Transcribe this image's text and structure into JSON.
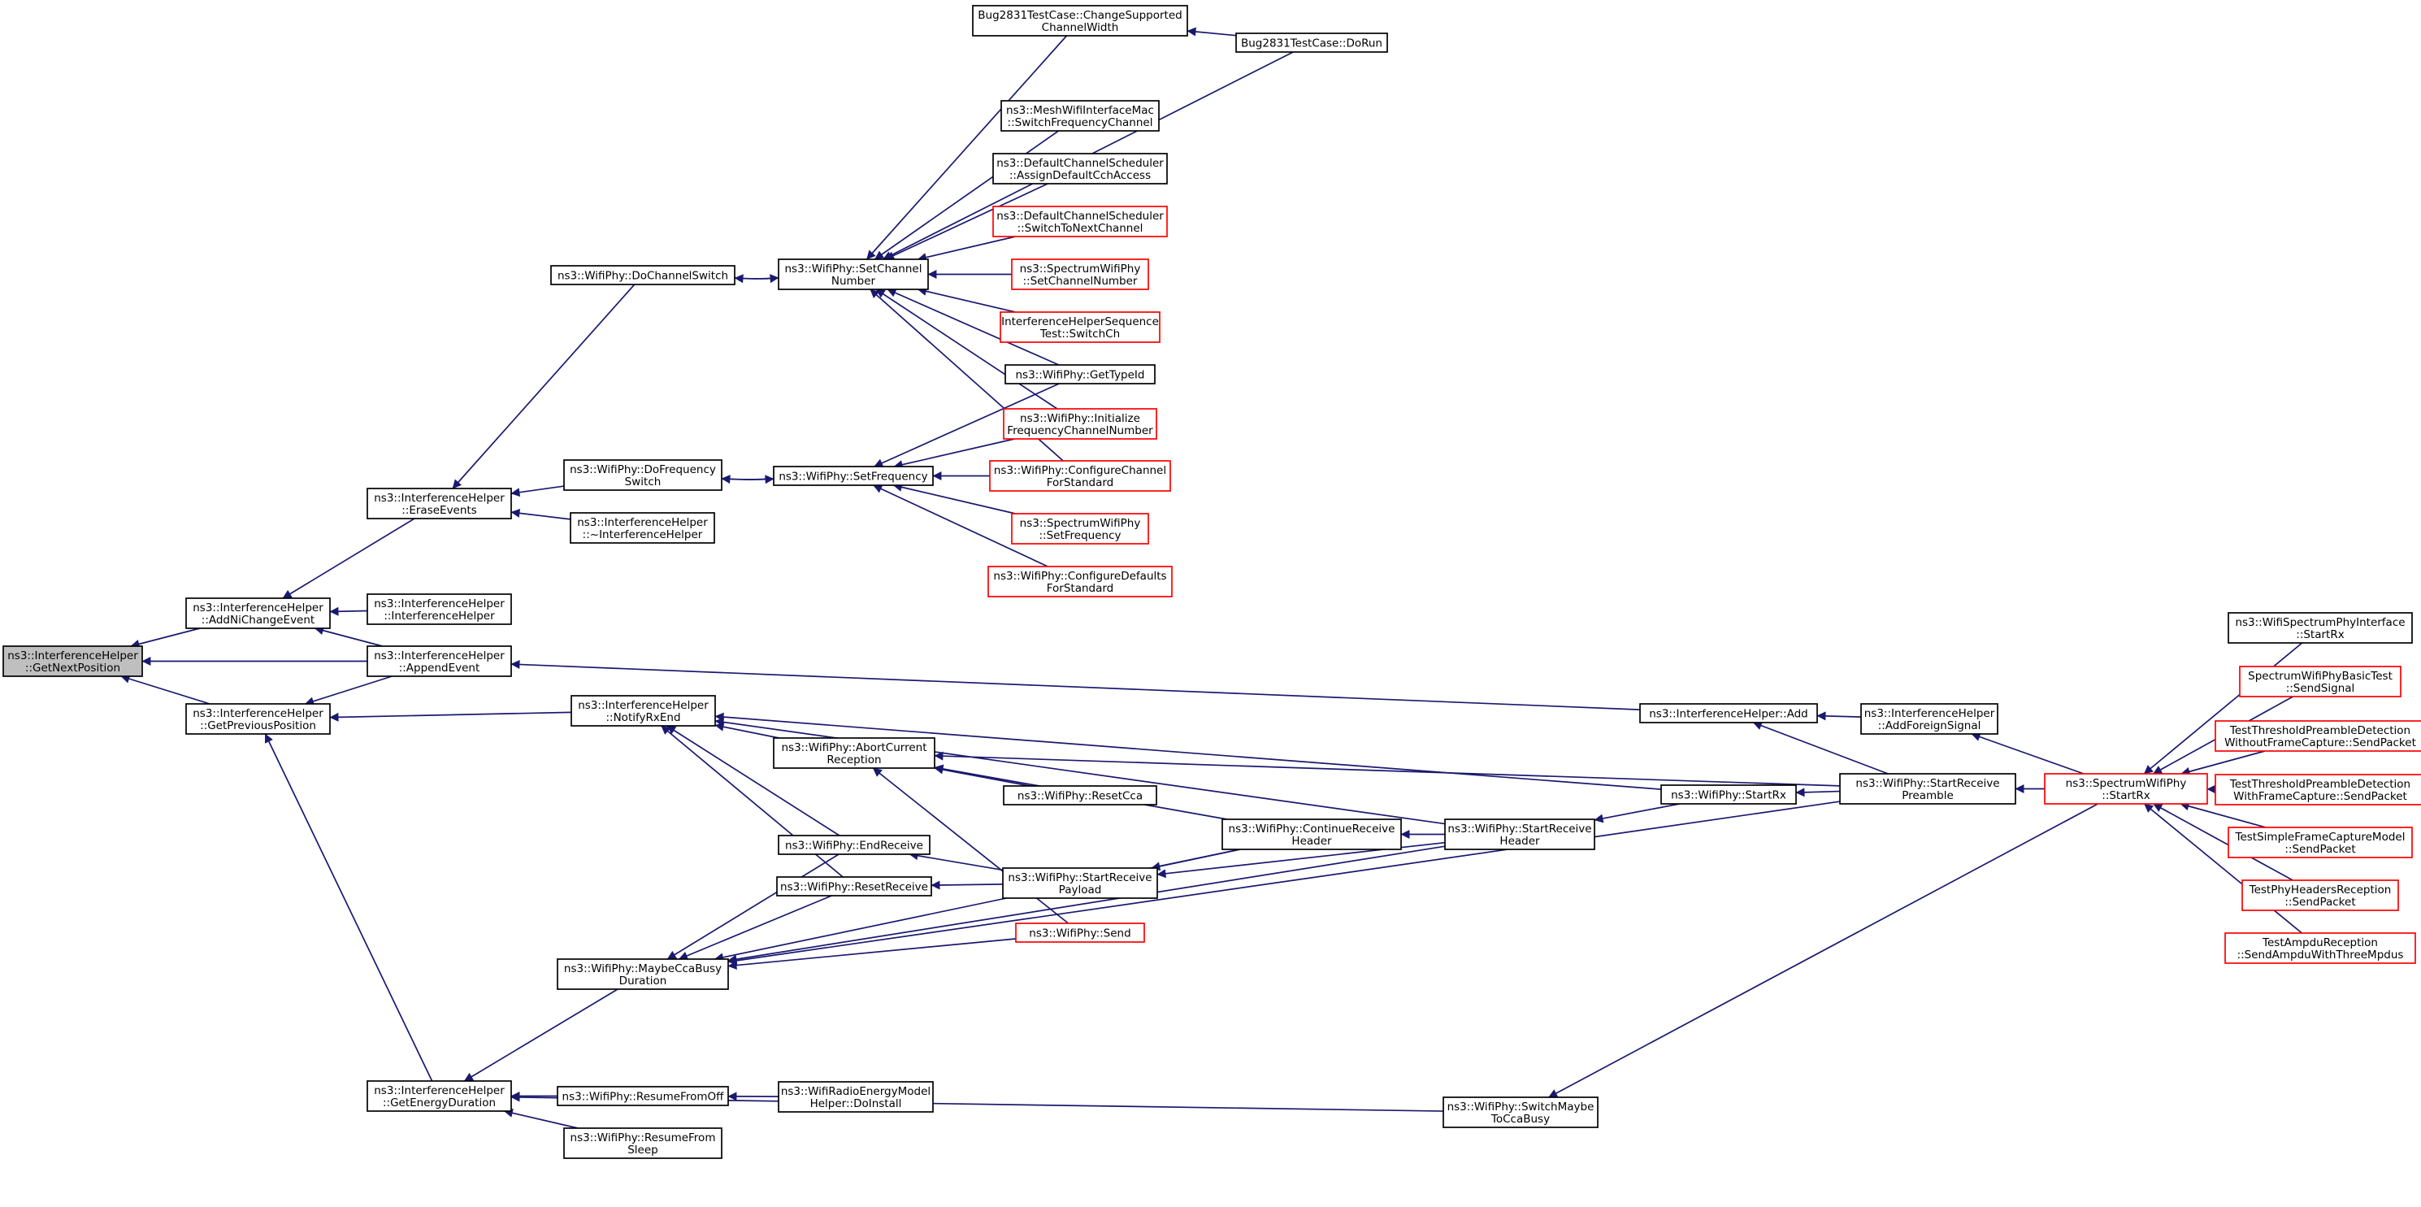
{
  "colors": {
    "edge": "#191970",
    "node_border_default": "#000000",
    "node_border_incomplete": "#ff0000",
    "node_fill_focus": "#bfbfbf",
    "node_fill_default": "#ffffff"
  },
  "nodes": [
    {
      "id": "focus",
      "lines": [
        "ns3::InterferenceHelper",
        "::GetNextPosition"
      ],
      "style": "focus"
    },
    {
      "id": "addNi",
      "lines": [
        "ns3::InterferenceHelper",
        "::AddNiChangeEvent"
      ],
      "style": "normal"
    },
    {
      "id": "getPrev",
      "lines": [
        "ns3::InterferenceHelper",
        "::GetPreviousPosition"
      ],
      "style": "normal"
    },
    {
      "id": "erase",
      "lines": [
        "ns3::InterferenceHelper",
        "::EraseEvents"
      ],
      "style": "normal"
    },
    {
      "id": "ctor",
      "lines": [
        "ns3::InterferenceHelper",
        "::InterferenceHelper"
      ],
      "style": "normal"
    },
    {
      "id": "append",
      "lines": [
        "ns3::InterferenceHelper",
        "::AppendEvent"
      ],
      "style": "normal"
    },
    {
      "id": "notifyRx",
      "lines": [
        "ns3::InterferenceHelper",
        "::NotifyRxEnd"
      ],
      "style": "normal"
    },
    {
      "id": "getEnergy",
      "lines": [
        "ns3::InterferenceHelper",
        "::GetEnergyDuration"
      ],
      "style": "normal"
    },
    {
      "id": "doChSw",
      "lines": [
        "ns3::WifiPhy::DoChannelSwitch"
      ],
      "style": "normal"
    },
    {
      "id": "doFreqSw",
      "lines": [
        "ns3::WifiPhy::DoFrequency",
        "Switch"
      ],
      "style": "normal"
    },
    {
      "id": "dtor",
      "lines": [
        "ns3::InterferenceHelper",
        "::~InterferenceHelper"
      ],
      "style": "normal"
    },
    {
      "id": "setChNum",
      "lines": [
        "ns3::WifiPhy::SetChannel",
        "Number"
      ],
      "style": "normal"
    },
    {
      "id": "setFreq",
      "lines": [
        "ns3::WifiPhy::SetFrequency"
      ],
      "style": "normal"
    },
    {
      "id": "bugChange",
      "lines": [
        "Bug2831TestCase::ChangeSupported",
        "ChannelWidth"
      ],
      "style": "normal"
    },
    {
      "id": "bugRun",
      "lines": [
        "Bug2831TestCase::DoRun"
      ],
      "style": "normal"
    },
    {
      "id": "meshSwitch",
      "lines": [
        "ns3::MeshWifiInterfaceMac",
        "::SwitchFrequencyChannel"
      ],
      "style": "normal"
    },
    {
      "id": "dcsAssign",
      "lines": [
        "ns3::DefaultChannelScheduler",
        "::AssignDefaultCchAccess"
      ],
      "style": "normal"
    },
    {
      "id": "dcsSwitch",
      "lines": [
        "ns3::DefaultChannelScheduler",
        "::SwitchToNextChannel"
      ],
      "style": "incomplete"
    },
    {
      "id": "specSetCh",
      "lines": [
        "ns3::SpectrumWifiPhy",
        "::SetChannelNumber"
      ],
      "style": "incomplete"
    },
    {
      "id": "ihSeq",
      "lines": [
        "InterferenceHelperSequence",
        "Test::SwitchCh"
      ],
      "style": "incomplete"
    },
    {
      "id": "getTypeId",
      "lines": [
        "ns3::WifiPhy::GetTypeId"
      ],
      "style": "normal"
    },
    {
      "id": "initFreq",
      "lines": [
        "ns3::WifiPhy::Initialize",
        "FrequencyChannelNumber"
      ],
      "style": "incomplete"
    },
    {
      "id": "cfgChStd",
      "lines": [
        "ns3::WifiPhy::ConfigureChannel",
        "ForStandard"
      ],
      "style": "incomplete"
    },
    {
      "id": "specSetFreq",
      "lines": [
        "ns3::SpectrumWifiPhy",
        "::SetFrequency"
      ],
      "style": "incomplete"
    },
    {
      "id": "cfgDefStd",
      "lines": [
        "ns3::WifiPhy::ConfigureDefaults",
        "ForStandard"
      ],
      "style": "incomplete"
    },
    {
      "id": "abort",
      "lines": [
        "ns3::WifiPhy::AbortCurrent",
        "Reception"
      ],
      "style": "normal"
    },
    {
      "id": "resetCca",
      "lines": [
        "ns3::WifiPhy::ResetCca"
      ],
      "style": "normal"
    },
    {
      "id": "endRecv",
      "lines": [
        "ns3::WifiPhy::EndReceive"
      ],
      "style": "normal"
    },
    {
      "id": "resetRecv",
      "lines": [
        "ns3::WifiPhy::ResetReceive"
      ],
      "style": "normal"
    },
    {
      "id": "startPayload",
      "lines": [
        "ns3::WifiPhy::StartReceive",
        "Payload"
      ],
      "style": "normal"
    },
    {
      "id": "send",
      "lines": [
        "ns3::WifiPhy::Send"
      ],
      "style": "incomplete"
    },
    {
      "id": "contHdr",
      "lines": [
        "ns3::WifiPhy::ContinueReceive",
        "Header"
      ],
      "style": "normal"
    },
    {
      "id": "startHdr",
      "lines": [
        "ns3::WifiPhy::StartReceive",
        "Header"
      ],
      "style": "normal"
    },
    {
      "id": "maybeCca",
      "lines": [
        "ns3::WifiPhy::MaybeCcaBusy",
        "Duration"
      ],
      "style": "normal"
    },
    {
      "id": "resumeOff",
      "lines": [
        "ns3::WifiPhy::ResumeFromOff"
      ],
      "style": "normal"
    },
    {
      "id": "resumeSleep",
      "lines": [
        "ns3::WifiPhy::ResumeFrom",
        "Sleep"
      ],
      "style": "normal"
    },
    {
      "id": "energyInst",
      "lines": [
        "ns3::WifiRadioEnergyModel",
        "Helper::DoInstall"
      ],
      "style": "normal"
    },
    {
      "id": "ihAdd",
      "lines": [
        "ns3::InterferenceHelper::Add"
      ],
      "style": "normal"
    },
    {
      "id": "addForeign",
      "lines": [
        "ns3::InterferenceHelper",
        "::AddForeignSignal"
      ],
      "style": "normal"
    },
    {
      "id": "startRx",
      "lines": [
        "ns3::WifiPhy::StartRx"
      ],
      "style": "normal"
    },
    {
      "id": "startPreamble",
      "lines": [
        "ns3::WifiPhy::StartReceive",
        "Preamble"
      ],
      "style": "normal"
    },
    {
      "id": "switchMaybe",
      "lines": [
        "ns3::WifiPhy::SwitchMaybe",
        "ToCcaBusy"
      ],
      "style": "normal"
    },
    {
      "id": "specStartRx",
      "lines": [
        "ns3::SpectrumWifiPhy",
        "::StartRx"
      ],
      "style": "incomplete"
    },
    {
      "id": "wsIface",
      "lines": [
        "ns3::WifiSpectrumPhyInterface",
        "::StartRx"
      ],
      "style": "normal"
    },
    {
      "id": "swBasic",
      "lines": [
        "SpectrumWifiPhyBasicTest",
        "::SendSignal"
      ],
      "style": "incomplete"
    },
    {
      "id": "tpdWithout",
      "lines": [
        "TestThresholdPreambleDetection",
        "WithoutFrameCapture::SendPacket"
      ],
      "style": "incomplete"
    },
    {
      "id": "tpdWith",
      "lines": [
        "TestThresholdPreambleDetection",
        "WithFrameCapture::SendPacket"
      ],
      "style": "incomplete"
    },
    {
      "id": "tsfc",
      "lines": [
        "TestSimpleFrameCaptureModel",
        "::SendPacket"
      ],
      "style": "incomplete"
    },
    {
      "id": "tphr",
      "lines": [
        "TestPhyHeadersReception",
        "::SendPacket"
      ],
      "style": "incomplete"
    },
    {
      "id": "tampdu",
      "lines": [
        "TestAmpduReception",
        "::SendAmpduWithThreeMpdus"
      ],
      "style": "incomplete"
    }
  ],
  "edges": [
    {
      "from": "addNi",
      "to": "focus"
    },
    {
      "from": "append",
      "to": "focus"
    },
    {
      "from": "getPrev",
      "to": "focus"
    },
    {
      "from": "erase",
      "to": "addNi"
    },
    {
      "from": "ctor",
      "to": "addNi"
    },
    {
      "from": "append",
      "to": "addNi"
    },
    {
      "from": "append",
      "to": "getPrev"
    },
    {
      "from": "notifyRx",
      "to": "getPrev"
    },
    {
      "from": "getEnergy",
      "to": "getPrev"
    },
    {
      "from": "doChSw",
      "to": "erase"
    },
    {
      "from": "doFreqSw",
      "to": "erase"
    },
    {
      "from": "dtor",
      "to": "erase"
    },
    {
      "from": "setChNum",
      "to": "doChSw"
    },
    {
      "from": "doChSw",
      "to": "setChNum"
    },
    {
      "from": "setFreq",
      "to": "doFreqSw"
    },
    {
      "from": "doFreqSw",
      "to": "setFreq"
    },
    {
      "from": "bugRun",
      "to": "bugChange"
    },
    {
      "from": "bugChange",
      "to": "setChNum"
    },
    {
      "from": "bugRun",
      "to": "setChNum"
    },
    {
      "from": "meshSwitch",
      "to": "setChNum"
    },
    {
      "from": "dcsAssign",
      "to": "setChNum"
    },
    {
      "from": "dcsSwitch",
      "to": "setChNum"
    },
    {
      "from": "specSetCh",
      "to": "setChNum"
    },
    {
      "from": "ihSeq",
      "to": "setChNum"
    },
    {
      "from": "getTypeId",
      "to": "setChNum"
    },
    {
      "from": "initFreq",
      "to": "setChNum"
    },
    {
      "from": "cfgChStd",
      "to": "setChNum"
    },
    {
      "from": "getTypeId",
      "to": "setFreq"
    },
    {
      "from": "initFreq",
      "to": "setFreq"
    },
    {
      "from": "cfgChStd",
      "to": "setFreq"
    },
    {
      "from": "specSetFreq",
      "to": "setFreq"
    },
    {
      "from": "cfgDefStd",
      "to": "setFreq"
    },
    {
      "from": "ihAdd",
      "to": "append"
    },
    {
      "from": "abort",
      "to": "notifyRx"
    },
    {
      "from": "endRecv",
      "to": "notifyRx"
    },
    {
      "from": "resetRecv",
      "to": "notifyRx"
    },
    {
      "from": "startRx",
      "to": "notifyRx"
    },
    {
      "from": "startHdr",
      "to": "notifyRx"
    },
    {
      "from": "resetCca",
      "to": "abort"
    },
    {
      "from": "send",
      "to": "abort"
    },
    {
      "from": "contHdr",
      "to": "abort"
    },
    {
      "from": "startPreamble",
      "to": "abort"
    },
    {
      "from": "startPayload",
      "to": "endRecv"
    },
    {
      "from": "startPayload",
      "to": "resetRecv"
    },
    {
      "from": "contHdr",
      "to": "startPayload"
    },
    {
      "from": "startHdr",
      "to": "startPayload"
    },
    {
      "from": "startHdr",
      "to": "contHdr"
    },
    {
      "from": "startRx",
      "to": "startHdr"
    },
    {
      "from": "startPreamble",
      "to": "startRx"
    },
    {
      "from": "endRecv",
      "to": "maybeCca"
    },
    {
      "from": "resetRecv",
      "to": "maybeCca"
    },
    {
      "from": "send",
      "to": "maybeCca"
    },
    {
      "from": "contHdr",
      "to": "maybeCca"
    },
    {
      "from": "startHdr",
      "to": "maybeCca"
    },
    {
      "from": "startPreamble",
      "to": "maybeCca"
    },
    {
      "from": "maybeCca",
      "to": "getEnergy"
    },
    {
      "from": "resumeOff",
      "to": "getEnergy"
    },
    {
      "from": "resumeSleep",
      "to": "getEnergy"
    },
    {
      "from": "switchMaybe",
      "to": "getEnergy"
    },
    {
      "from": "energyInst",
      "to": "resumeOff"
    },
    {
      "from": "addForeign",
      "to": "ihAdd"
    },
    {
      "from": "startPreamble",
      "to": "ihAdd"
    },
    {
      "from": "specStartRx",
      "to": "addForeign"
    },
    {
      "from": "specStartRx",
      "to": "startPreamble"
    },
    {
      "from": "specStartRx",
      "to": "switchMaybe"
    },
    {
      "from": "wsIface",
      "to": "specStartRx"
    },
    {
      "from": "swBasic",
      "to": "specStartRx"
    },
    {
      "from": "tpdWithout",
      "to": "specStartRx"
    },
    {
      "from": "tpdWith",
      "to": "specStartRx"
    },
    {
      "from": "tsfc",
      "to": "specStartRx"
    },
    {
      "from": "tphr",
      "to": "specStartRx"
    },
    {
      "from": "tampdu",
      "to": "specStartRx"
    }
  ]
}
